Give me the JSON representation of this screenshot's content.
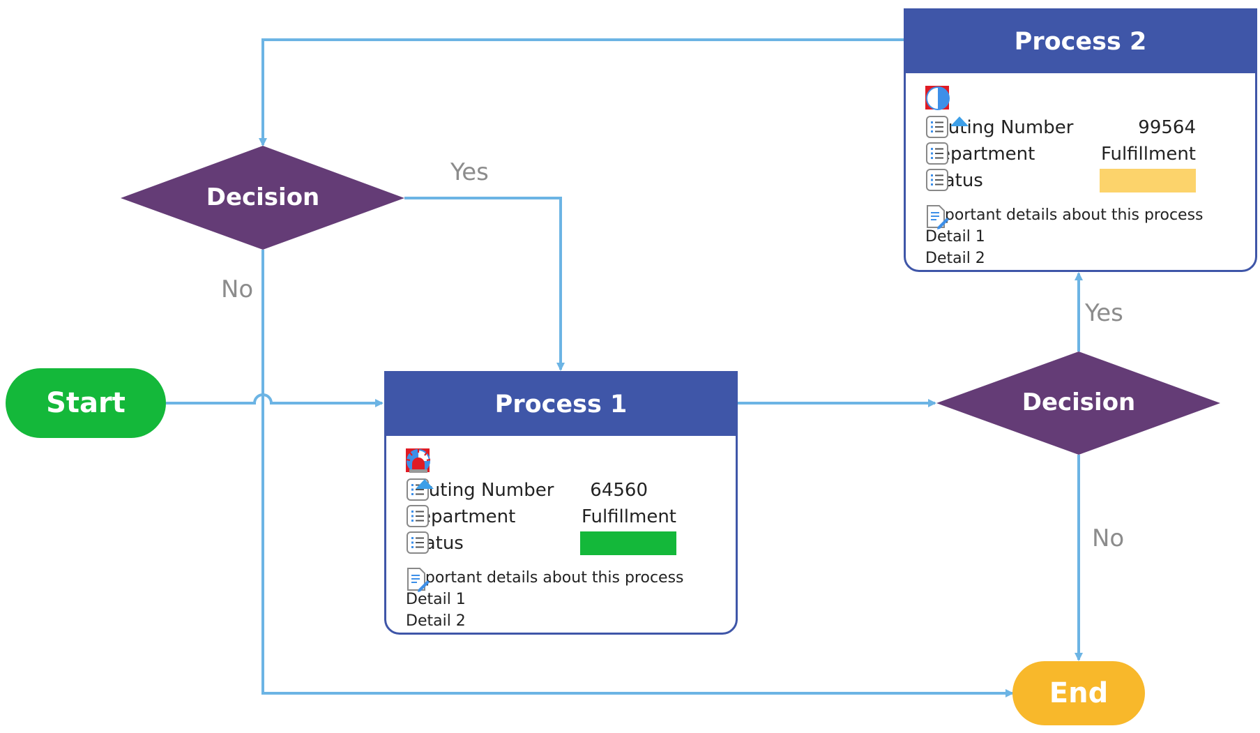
{
  "terminals": {
    "start": {
      "label": "Start",
      "color": "#14b83a"
    },
    "end": {
      "label": "End",
      "color": "#f8b82b"
    }
  },
  "decisions": {
    "left": {
      "label": "Decision",
      "color": "#643c76"
    },
    "right": {
      "label": "Decision",
      "color": "#643c76"
    }
  },
  "edge_labels": {
    "left_yes": "Yes",
    "left_no": "No",
    "right_yes": "Yes",
    "right_no": "No"
  },
  "process1": {
    "title": "Process 1",
    "header_color": "#3f56a8",
    "badges": {
      "priority": "1",
      "pie_icon": "quarter-pie-icon",
      "alarm_icon": "alarm-icon"
    },
    "fields": [
      {
        "key": "Routing Number",
        "value": "64560"
      },
      {
        "key": "Department",
        "value": "Fulfillment"
      },
      {
        "key": "Status",
        "value": "",
        "status_color": "#14b83a"
      }
    ],
    "notes": {
      "heading": "Important details about this process",
      "lines": [
        "Detail 1",
        "Detail 2"
      ]
    }
  },
  "process2": {
    "title": "Process 2",
    "header_color": "#3f56a8",
    "badges": {
      "priority": "1",
      "pie_icon": "half-pie-icon"
    },
    "fields": [
      {
        "key": "Routing Number",
        "value": "99564"
      },
      {
        "key": "Department",
        "value": "Fulfillment"
      },
      {
        "key": "Status",
        "value": "",
        "status_color": "#fcd36b"
      }
    ],
    "notes": {
      "heading": "Important details about this process",
      "lines": [
        "Detail 1",
        "Detail 2"
      ]
    }
  },
  "connector_color": "#6cb4e4"
}
